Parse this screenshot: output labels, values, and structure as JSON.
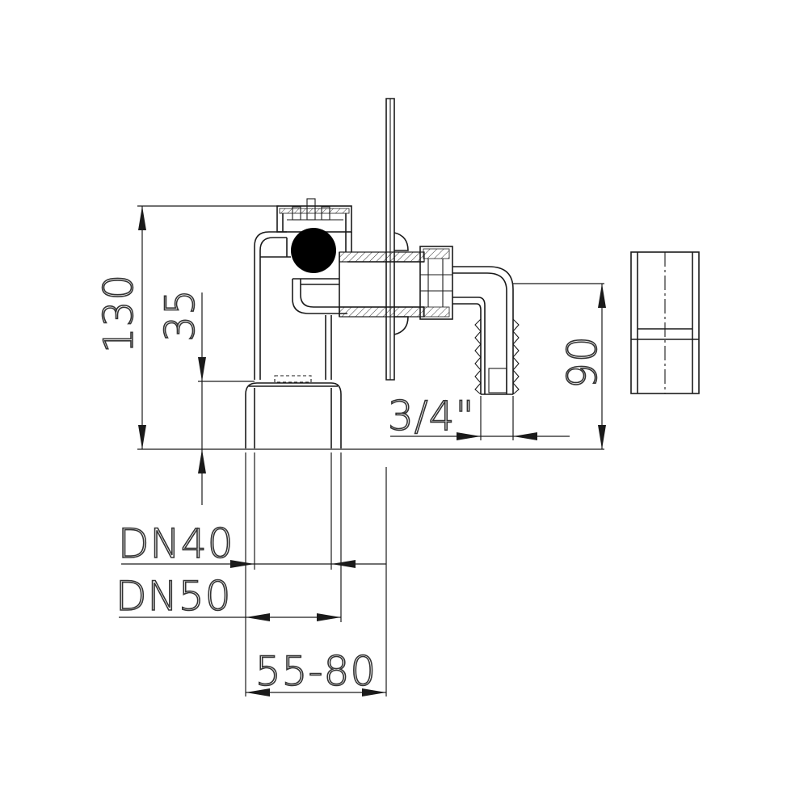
{
  "dimensions": {
    "height_total": "130",
    "height_outlet": "35",
    "height_hose": "90",
    "thread": "3/4\"",
    "pipe_small": "DN40",
    "pipe_large": "DN50",
    "wall_range": "55-80"
  },
  "colors": {
    "line": "#1a1a1a",
    "background": "#ffffff",
    "ball": "#000000"
  }
}
